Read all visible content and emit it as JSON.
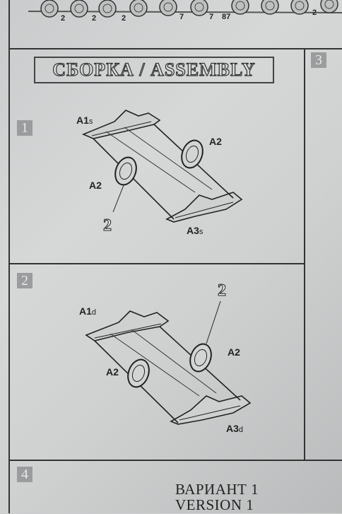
{
  "sprue": {
    "numbers": [
      "2",
      "2",
      "2",
      "7",
      "7",
      "87",
      "2"
    ]
  },
  "header": {
    "title": "СБОРКА / ASSEMBLY"
  },
  "steps": [
    {
      "number": "1",
      "labels": {
        "a1": "A1",
        "a1_suffix": "s",
        "a2_right": "A2",
        "a2_left": "A2",
        "a3": "A3",
        "a3_suffix": "s",
        "part": "2"
      }
    },
    {
      "number": "2",
      "labels": {
        "a1": "A1",
        "a1_suffix": "d",
        "a2_right": "A2",
        "a2_left": "A2",
        "a3": "A3",
        "a3_suffix": "d",
        "part": "2"
      }
    }
  ],
  "side_step": {
    "number": "3"
  },
  "step4": {
    "number": "4",
    "variant_ru": "ВАРИАНТ 1",
    "variant_en": "VERSION 1"
  }
}
